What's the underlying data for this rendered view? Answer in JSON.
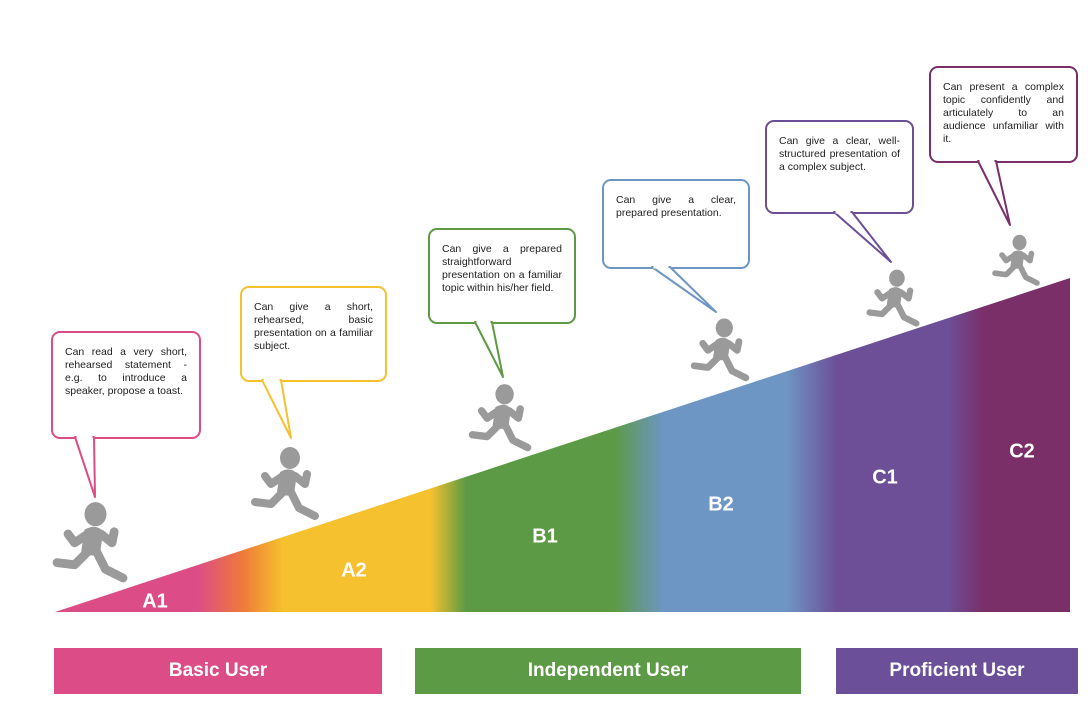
{
  "levels": [
    {
      "code": "A1",
      "color": "#DC4C87",
      "description": "Can read a very short, rehearsed statement - e.g. to introduce a speaker, propose a toast."
    },
    {
      "code": "A2",
      "color": "#F6C12E",
      "description": "Can give a short, rehearsed, basic presentation on a familiar subject."
    },
    {
      "code": "B1",
      "color": "#5C9A45",
      "description": "Can give a prepared straightforward presentation on a familiar topic within his/her field."
    },
    {
      "code": "B2",
      "color": "#6E96C4",
      "description": "Can give a clear, prepared presentation."
    },
    {
      "code": "C1",
      "color": "#6C4F97",
      "description": "Can give a clear, well-structured presentation of a complex subject."
    },
    {
      "code": "C2",
      "color": "#7A2F68",
      "description": "Can present a complex topic confidently and articulately to an audience unfamiliar with it."
    }
  ],
  "bands": [
    {
      "label": "Basic User",
      "color": "#DC4C87"
    },
    {
      "label": "Independent User",
      "color": "#5C9A45"
    },
    {
      "label": "Proficient User",
      "color": "#6B4F98"
    }
  ],
  "colors": {
    "a2_orange_blend": "#EE7A3A",
    "figure_gray": "#9A9A9A"
  },
  "icons": {
    "runner": "running-person-icon"
  }
}
